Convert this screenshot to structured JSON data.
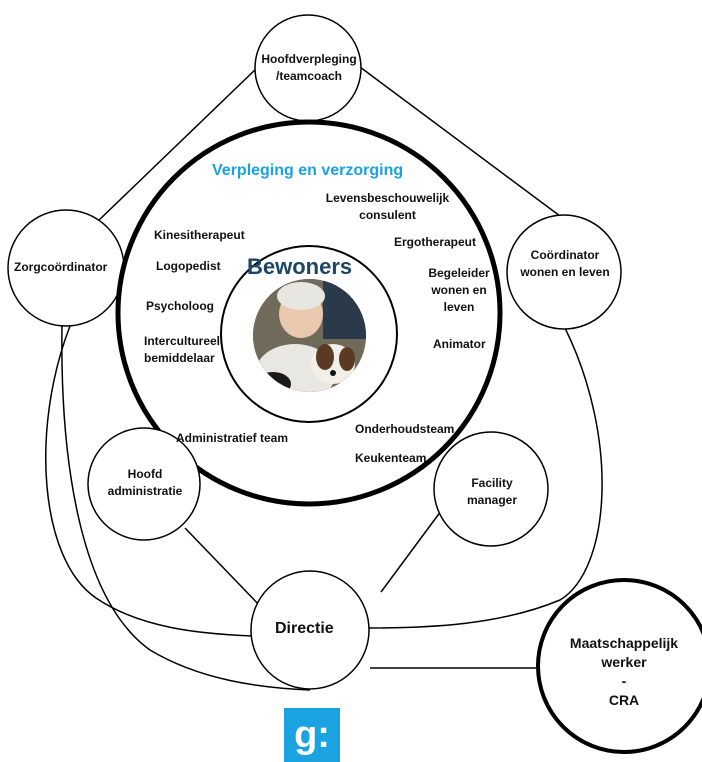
{
  "center": {
    "title": "Bewoners",
    "photo_alt": "Bewoner met hond"
  },
  "inner_ring": {
    "heading": "Verpleging en verzorging",
    "roles": [
      "Levensbeschouwelijk consulent",
      "Kinesitherapeut",
      "Ergotherapeut",
      "Logopedist",
      "Begeleider wonen en leven",
      "Psycholoog",
      "Intercultureel bemiddelaar",
      "Animator",
      "Administratief team",
      "Onderhoudsteam",
      "Keukenteam"
    ]
  },
  "outer_nodes": {
    "hoofdverpleging": "Hoofdverpleging /teamcoach",
    "zorgcoordinator": "Zorgcoördinator",
    "coordinator_wonen": "Coördinator wonen en leven",
    "hoofd_administratie": "Hoofd administratie",
    "facility_manager": "Facility manager",
    "directie": "Directie",
    "maatschappelijk_werker": "Maatschappelijk werker - CRA"
  },
  "logo": {
    "icon": "g-colon-logo",
    "text": "g:",
    "color": "#1aa3e0"
  },
  "colors": {
    "heading": "#1aa3e0",
    "center_title": "#1c4566",
    "lines": "#000000"
  }
}
